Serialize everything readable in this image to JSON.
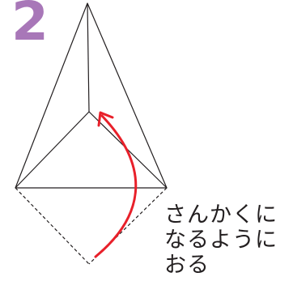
{
  "step": {
    "number": "2",
    "color": "#a877b8"
  },
  "instruction": {
    "lines": [
      "さんかくに",
      "なるように",
      "おる"
    ]
  },
  "colors": {
    "line": "#231f20",
    "arrow": "#e8202a"
  }
}
